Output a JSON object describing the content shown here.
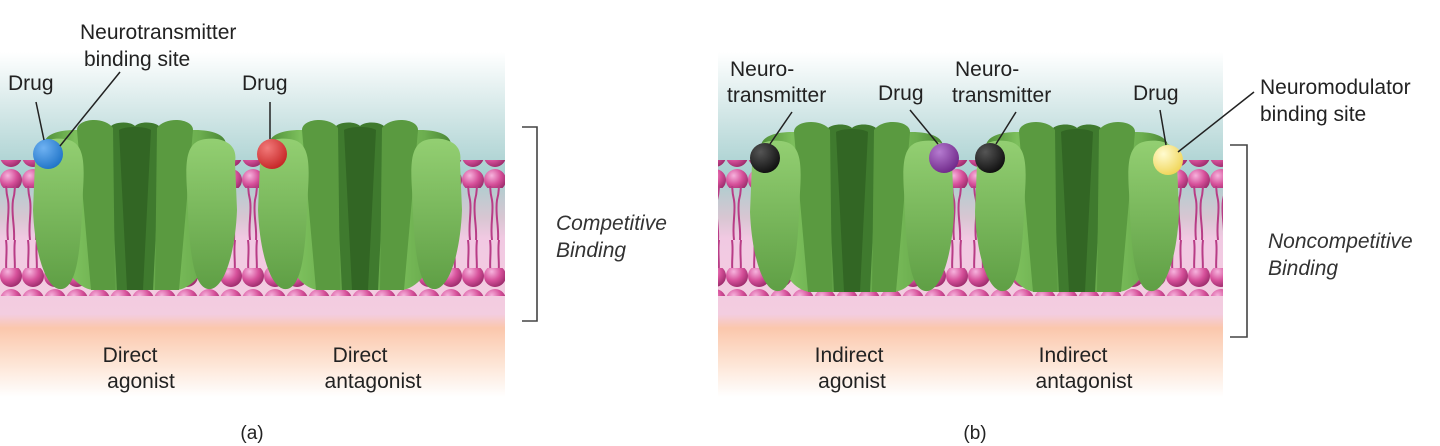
{
  "panel_a": {
    "caption": "(a)",
    "drug_left": "Drug",
    "nt_site": [
      "Neurotransmitter",
      "binding site"
    ],
    "drug_right": "Drug",
    "direct_agonist": [
      "Direct",
      "agonist"
    ],
    "direct_antagonist": [
      "Direct",
      "antagonist"
    ],
    "bracket_label": [
      "Competitive",
      "Binding"
    ]
  },
  "panel_b": {
    "caption": "(b)",
    "neuro_left": [
      "Neuro-",
      "transmitter"
    ],
    "drug_left": "Drug",
    "neuro_right": [
      "Neuro-",
      "transmitter"
    ],
    "drug_right": "Drug",
    "nm_site": [
      "Neuromodulator",
      "binding site"
    ],
    "indirect_agonist": [
      "Indirect",
      "agonist"
    ],
    "indirect_antagonist": [
      "Indirect",
      "antagonist"
    ],
    "bracket_label": [
      "Noncompetitive",
      "Binding"
    ]
  },
  "colors": {
    "receptor": "#6cae4f",
    "receptor_dark": "#3f7a2e",
    "membrane": "#d6509a",
    "drug_blue": "#1a6fc4",
    "drug_red": "#d42a2a",
    "drug_purple": "#7a2f92",
    "neurotransmitter_black": "#111111",
    "drug_yellow": "#f4e06a"
  }
}
